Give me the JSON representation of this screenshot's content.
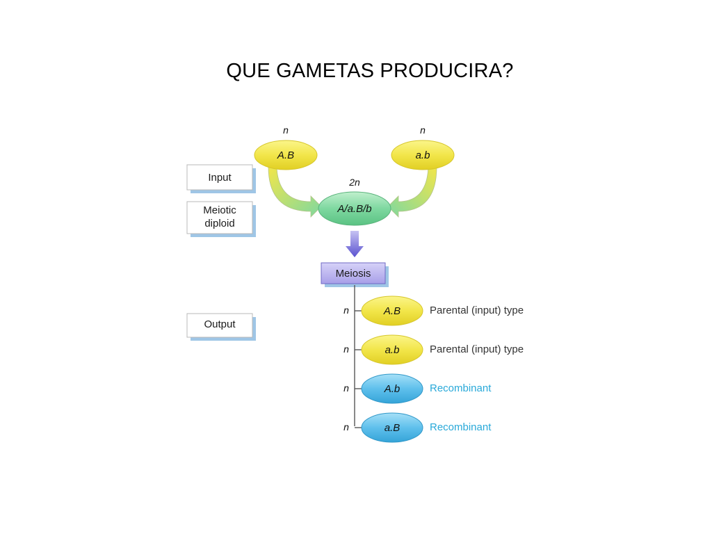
{
  "title": "QUE GAMETAS PRODUCIRA?",
  "labels": {
    "input": "Input",
    "meiotic_line1": "Meiotic",
    "meiotic_line2": "diploid",
    "output": "Output",
    "meiosis": "Meiosis"
  },
  "parents": {
    "left": {
      "ploidy": "n",
      "genotype": "A.B"
    },
    "right": {
      "ploidy": "n",
      "genotype": "a.b"
    }
  },
  "diploid": {
    "ploidy": "2n",
    "genotype": "A/a.B/b"
  },
  "gametes": [
    {
      "ploidy": "n",
      "genotype": "A.B",
      "type": "Parental (input) type",
      "fill": "#f2e64a",
      "text_color": "#333333"
    },
    {
      "ploidy": "n",
      "genotype": "a.b",
      "type": "Parental (input) type",
      "fill": "#f2e64a",
      "text_color": "#333333"
    },
    {
      "ploidy": "n",
      "genotype": "A.b",
      "type": "Recombinant",
      "fill": "#5fc0ec",
      "text_color": "#29a9d9"
    },
    {
      "ploidy": "n",
      "genotype": "a.B",
      "type": "Recombinant",
      "fill": "#5fc0ec",
      "text_color": "#29a9d9"
    }
  ],
  "colors": {
    "parental": "#f2e64a",
    "recombinant": "#5fc0ec",
    "diploid": "#7ed8a0",
    "meiosis_box": "#b9b2ee",
    "arrow_down": "#6a62d8"
  }
}
